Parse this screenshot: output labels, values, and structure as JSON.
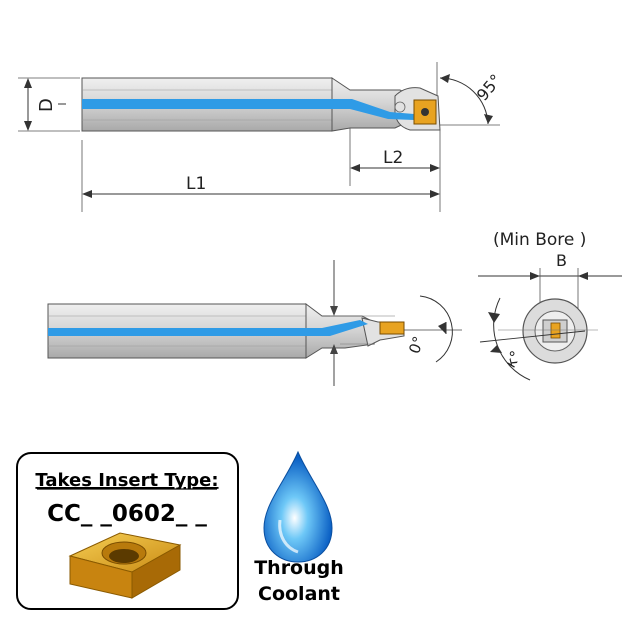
{
  "dimensions": {
    "d_label": "D",
    "l1_label": "L1",
    "l2_label": "L2",
    "angle_top": "95°",
    "min_bore_label": "(Min Bore )",
    "b_label": "B",
    "angle_zero": "0°",
    "angle_kappa": "κ°"
  },
  "insert_box": {
    "title": "Takes Insert Type:",
    "code": "CC_ _0602_ _"
  },
  "coolant": {
    "line1": "Through",
    "line2": "Coolant"
  },
  "colors": {
    "coolant_channel": "#2f9be6",
    "insert": "#e0a422",
    "tool_body": "#d0d0d0",
    "outline": "#444444"
  }
}
